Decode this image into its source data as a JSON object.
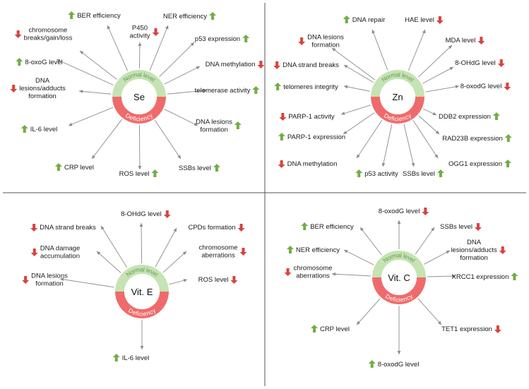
{
  "colors": {
    "up_arrow": "#6fae45",
    "down_arrow": "#d9423f",
    "normal_ring": "#c5e3b3",
    "deficiency_ring": "#ef6b6b",
    "normal_text": "#6a9a57",
    "deficiency_text": "#ffffff",
    "connector": "#8a8a8a",
    "divider": "#555555"
  },
  "ring_labels": {
    "normal": "Normal level",
    "deficiency": "Deficiency"
  },
  "panels": [
    {
      "id": "se",
      "element": "Se",
      "items": [
        {
          "label": "BER efficiency",
          "arrow": "up"
        },
        {
          "label": "NER efficiency",
          "arrow": "up"
        },
        {
          "label": "P450 activity",
          "arrow": "down"
        },
        {
          "label": "chromosome breaks/gain/loss",
          "arrow": "down"
        },
        {
          "label": "p53 expression",
          "arrow": "up"
        },
        {
          "label": "8-oxoG level",
          "arrow": "up"
        },
        {
          "label": "DNA methylation",
          "arrow": "down"
        },
        {
          "label": "DNA lesions/adducts formation",
          "arrow": "down"
        },
        {
          "label": "telomerase activity",
          "arrow": "up"
        },
        {
          "label": "IL-6 level",
          "arrow": "up"
        },
        {
          "label": "DNA lesions formation",
          "arrow": "up"
        },
        {
          "label": "CRP level",
          "arrow": "up"
        },
        {
          "label": "ROS level",
          "arrow": "up"
        },
        {
          "label": "SSBs level",
          "arrow": "up"
        }
      ]
    },
    {
      "id": "zn",
      "element": "Zn",
      "items": [
        {
          "label": "DNA repair",
          "arrow": "up"
        },
        {
          "label": "HAE level",
          "arrow": "down"
        },
        {
          "label": "DNA lesions formation",
          "arrow": "down"
        },
        {
          "label": "MDA level",
          "arrow": "down"
        },
        {
          "label": "DNA strand breaks",
          "arrow": "down"
        },
        {
          "label": "8-OHdG level",
          "arrow": "down"
        },
        {
          "label": "telomeres integrity",
          "arrow": "up"
        },
        {
          "label": "8-oxodG level",
          "arrow": "down"
        },
        {
          "label": "PARP-1 activity",
          "arrow": "down"
        },
        {
          "label": "DDB2 expression",
          "arrow": "up"
        },
        {
          "label": "PARP-1 expression",
          "arrow": "up"
        },
        {
          "label": "RAD23B expression",
          "arrow": "up"
        },
        {
          "label": "DNA methylation",
          "arrow": "down"
        },
        {
          "label": "OGG1 expression",
          "arrow": "up"
        },
        {
          "label": "p53 activity",
          "arrow": "up"
        },
        {
          "label": "SSBs level",
          "arrow": "up"
        }
      ]
    },
    {
      "id": "vite",
      "element": "Vit. E",
      "items": [
        {
          "label": "8-OHdG level",
          "arrow": "down"
        },
        {
          "label": "DNA strand breaks",
          "arrow": "down"
        },
        {
          "label": "CPDs formation",
          "arrow": "down"
        },
        {
          "label": "DNA damage accumulation",
          "arrow": "down"
        },
        {
          "label": "chromosome aberrations",
          "arrow": "down"
        },
        {
          "label": "DNA lesions formation",
          "arrow": "down"
        },
        {
          "label": "ROS level",
          "arrow": "down"
        },
        {
          "label": "IL-6 level",
          "arrow": "up"
        }
      ]
    },
    {
      "id": "vitc",
      "element": "Vit. C",
      "items": [
        {
          "label": "8-oxodG level",
          "arrow": "down"
        },
        {
          "label": "BER efficiency",
          "arrow": "up"
        },
        {
          "label": "SSBs level",
          "arrow": "down"
        },
        {
          "label": "NER efficiency",
          "arrow": "up"
        },
        {
          "label": "DNA lesions/adducts formation",
          "arrow": "down"
        },
        {
          "label": "chromosome aberrations",
          "arrow": "down"
        },
        {
          "label": "XRCC1 expression",
          "arrow": "up"
        },
        {
          "label": "CRP level",
          "arrow": "up"
        },
        {
          "label": "TET1 expression",
          "arrow": "down"
        },
        {
          "label": "8-oxodG level",
          "arrow": "up"
        }
      ]
    }
  ]
}
